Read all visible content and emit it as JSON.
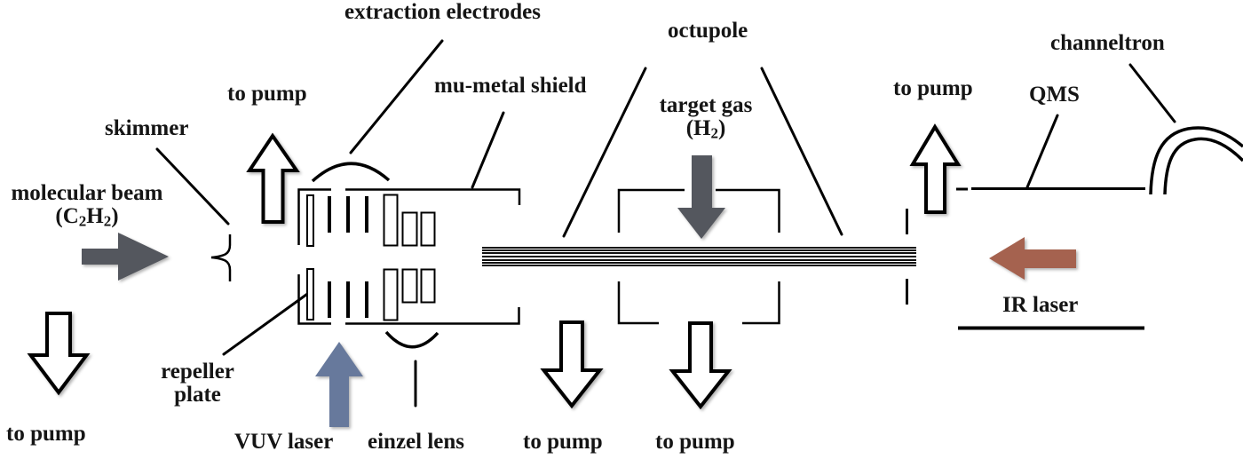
{
  "diagram": {
    "description": "Molecular beam / octupole ion-guide apparatus schematic",
    "labels": {
      "extraction_electrodes": "extraction electrodes",
      "octupole": "octupole",
      "channeltron": "channeltron",
      "mu_metal_shield": "mu-metal shield",
      "skimmer": "skimmer",
      "qms": "QMS",
      "einzel_lens": "einzel lens",
      "vuv_laser": "VUV laser",
      "ir_laser": "IR laser",
      "repeller_plate_line1": "repeller",
      "repeller_plate_line2": "plate"
    },
    "pump_labels": {
      "top_left": "to pump",
      "top_right": "to pump",
      "bottom_left": "to pump",
      "bottom_center_left": "to pump",
      "bottom_center_right": "to pump"
    },
    "molecular_beam": {
      "name": "molecular beam",
      "formula": {
        "p1": "(C",
        "s1": "2",
        "p2": "H",
        "s2": "2",
        "p3": ")"
      }
    },
    "target_gas": {
      "name": "target gas",
      "formula": {
        "p1": "(H",
        "s1": "2",
        "p2": ")"
      }
    },
    "colors": {
      "beam_arrow": "#54575e",
      "target_gas_arrow": "#54575e",
      "vuv_laser_arrow": "#67799c",
      "ir_laser_arrow": "#a5624f",
      "outline": "#000000",
      "background": "#ffffff"
    }
  }
}
